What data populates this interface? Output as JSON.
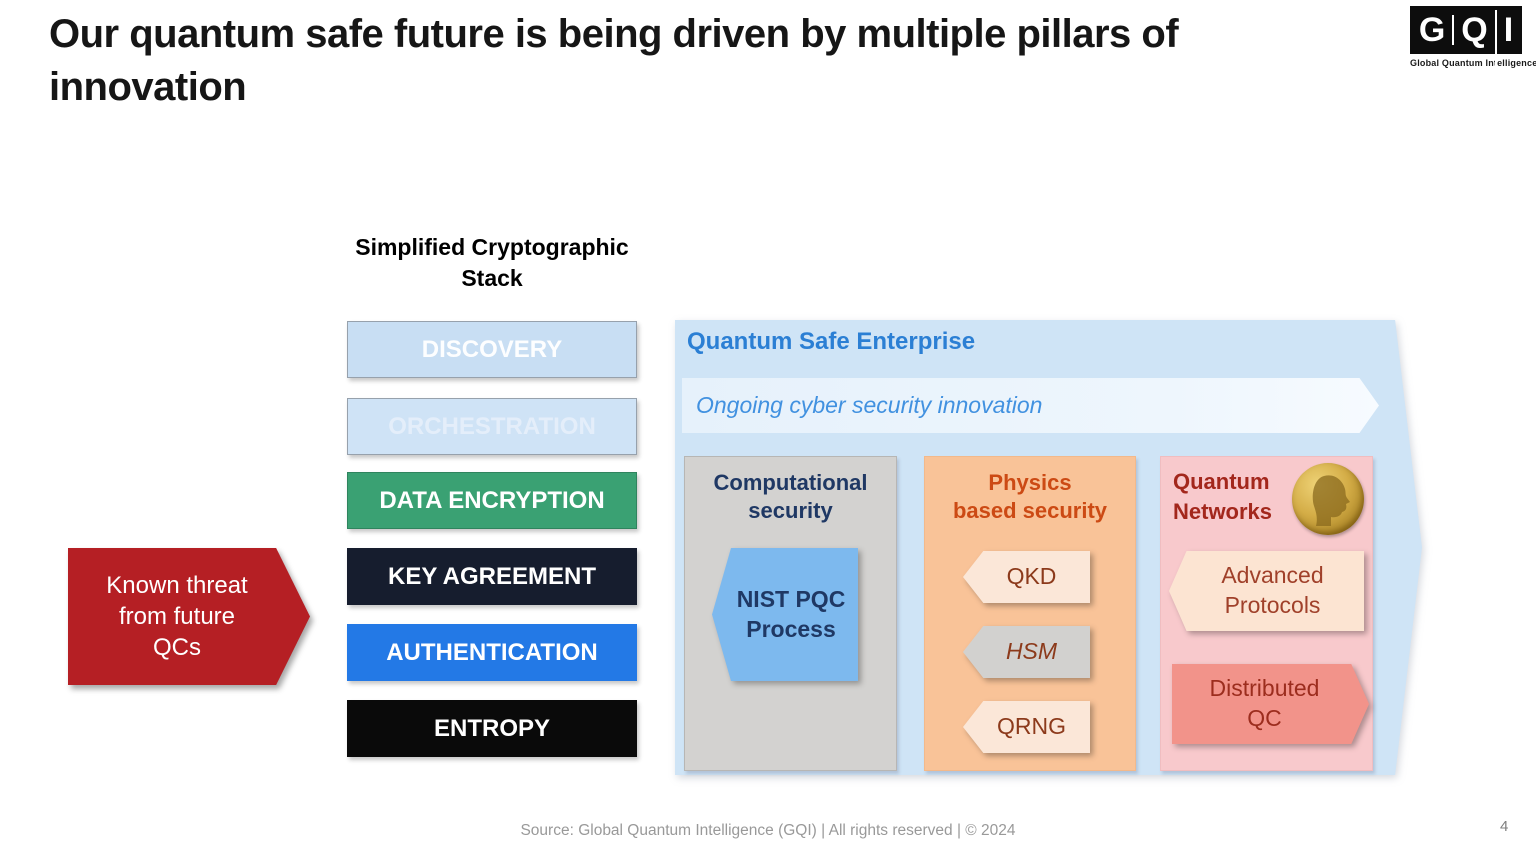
{
  "slide": {
    "title": "Our quantum safe future is being driven by multiple pillars of innovation",
    "footer": "Source: Global Quantum Intelligence (GQI) | All rights reserved | © 2024",
    "page_number": "4"
  },
  "logo": {
    "letter_g": "G",
    "letter_q": "Q",
    "letter_i": "I",
    "tagline": "Global Quantum Intelligence"
  },
  "crypto_stack": {
    "heading": "Simplified Cryptographic Stack",
    "layers": [
      {
        "label": "DISCOVERY",
        "fill": "#c8def3",
        "text_color": "#ffffff"
      },
      {
        "label": "ORCHESTRATION",
        "fill": "#cfe3f6",
        "text_color": "#e4eefa"
      },
      {
        "label": "DATA ENCRYPTION",
        "fill": "#3aa173",
        "text_color": "#ffffff"
      },
      {
        "label": "KEY AGREEMENT",
        "fill": "#161d2e",
        "text_color": "#ffffff"
      },
      {
        "label": "AUTHENTICATION",
        "fill": "#2379e6",
        "text_color": "#ffffff"
      },
      {
        "label": "ENTROPY",
        "fill": "#0a0a0a",
        "text_color": "#ffffff"
      }
    ]
  },
  "threat_arrow": {
    "lines": [
      "Known threat",
      "from future",
      "QCs"
    ],
    "fill": "#b51f24"
  },
  "enterprise": {
    "heading": "Quantum Safe Enterprise",
    "heading_color": "#2b7fd4",
    "panel_fill": "#cfe4f6",
    "banner": "Ongoing cyber security innovation",
    "columns": {
      "computational": {
        "heading_lines": [
          "Computational",
          "security"
        ],
        "fill": "#d3d2d0",
        "heading_color": "#1f3864",
        "items": [
          {
            "lines": [
              "NIST PQC",
              "Process"
            ],
            "fill": "#7db9ee",
            "text_color": "#1f3864"
          }
        ]
      },
      "physics": {
        "heading_lines": [
          "Physics",
          "based security"
        ],
        "fill": "#f9c398",
        "heading_color": "#cc4a14",
        "items": [
          {
            "label": "QKD",
            "fill": "#fbe7d8"
          },
          {
            "label": "HSM",
            "fill": "#d2d1cf"
          },
          {
            "label": "QRNG",
            "fill": "#fbe7d8"
          }
        ]
      },
      "quantum_networks": {
        "heading_lines": [
          "Quantum",
          "Networks"
        ],
        "fill": "#f8c9cc",
        "heading_color": "#a3271c",
        "items": [
          {
            "lines": [
              "Advanced",
              "Protocols"
            ],
            "fill": "#fce4d2"
          },
          {
            "lines": [
              "Distributed",
              "QC"
            ],
            "fill": "#f2938a"
          }
        ]
      }
    }
  }
}
